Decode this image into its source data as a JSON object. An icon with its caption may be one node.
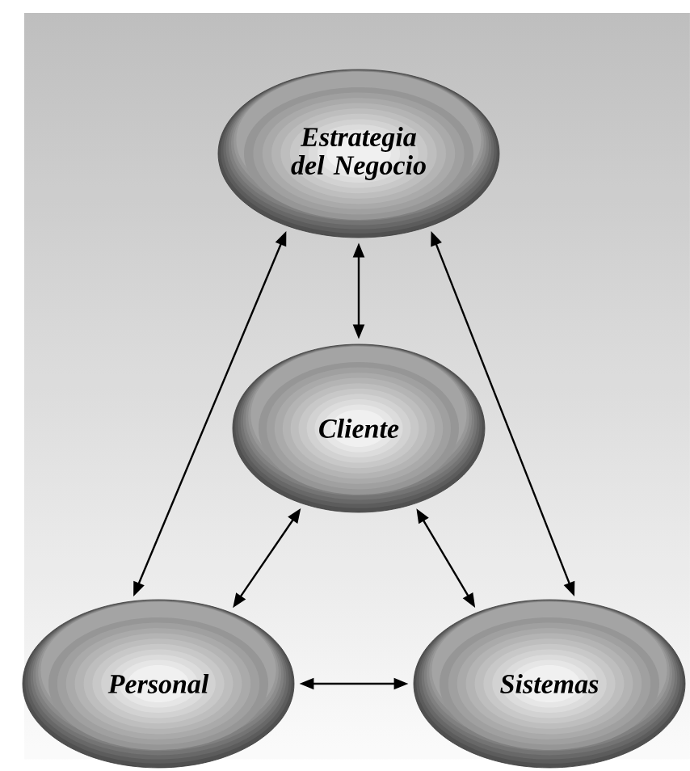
{
  "diagram": {
    "nodes": [
      {
        "text": [
          "Estrategia del Negocio"
        ]
      },
      {
        "text": [
          "Cliente"
        ]
      },
      {
        "text": [
          "Personal"
        ]
      },
      {
        "text": [
          "Sistemas"
        ]
      }
    ],
    "edges": [
      {
        "from": 0,
        "to": 1,
        "arrow": "both"
      },
      {
        "from": 0,
        "to": 2,
        "arrow": "both"
      },
      {
        "from": 0,
        "to": 3,
        "arrow": "both"
      },
      {
        "from": 1,
        "to": 2,
        "arrow": "both"
      },
      {
        "from": 1,
        "to": 3,
        "arrow": "both"
      },
      {
        "from": 2,
        "to": 3,
        "arrow": "both"
      }
    ]
  }
}
